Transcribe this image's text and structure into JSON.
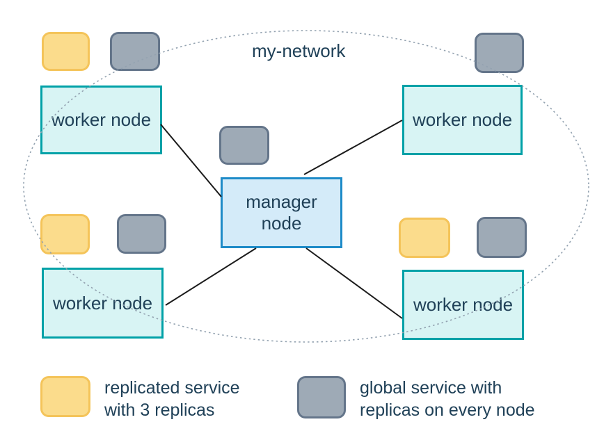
{
  "network": {
    "label": "my-network"
  },
  "nodes": {
    "manager": {
      "label_lines": [
        "manager",
        "node"
      ]
    },
    "workers": [
      {
        "label": "worker node",
        "position": "top-left"
      },
      {
        "label": "worker node",
        "position": "top-right"
      },
      {
        "label": "worker node",
        "position": "bottom-left"
      },
      {
        "label": "worker node",
        "position": "bottom-right"
      }
    ]
  },
  "legend": {
    "replicated": {
      "lines": [
        "replicated service",
        "with 3 replicas"
      ]
    },
    "global": {
      "lines": [
        "global service with",
        "replicas on every node"
      ]
    }
  },
  "colors": {
    "worker_fill": "#d8f4f4",
    "worker_border": "#00a1a7",
    "manager_fill": "#d4ebf9",
    "manager_border": "#1e8bc8",
    "replicated_service_fill": "#fbdc8c",
    "replicated_service_border": "#f4c45a",
    "global_service_fill": "#9eaab6",
    "global_service_border": "#64758a",
    "text": "#204158",
    "network_ellipse": "#93a2b0",
    "connection_line": "#1b1b1b"
  }
}
